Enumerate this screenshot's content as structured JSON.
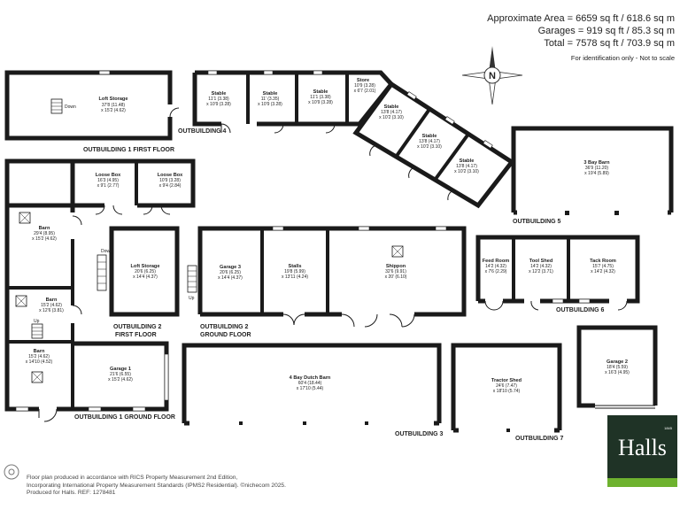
{
  "areas": {
    "approx": "Approximate Area = 6659 sq ft / 618.6 sq m",
    "garages": "Garages = 919 sq ft / 85.3 sq m",
    "total": "Total = 7578 sq ft / 703.9 sq m",
    "note": "For identification only - Not to scale"
  },
  "compass_letter": "N",
  "buildings": {
    "ob1_ff": "OUTBUILDING 1 FIRST FLOOR",
    "ob1_gf": "OUTBUILDING 1 GROUND FLOOR",
    "ob2_ff_1": "OUTBUILDING 2",
    "ob2_ff_2": "FIRST FLOOR",
    "ob2_gf_1": "OUTBUILDING 2",
    "ob2_gf_2": "GROUND FLOOR",
    "ob3": "OUTBUILDING 3",
    "ob4": "OUTBUILDING 4",
    "ob5": "OUTBUILDING 5",
    "ob6": "OUTBUILDING 6",
    "ob7": "OUTBUILDING 7"
  },
  "rooms": {
    "loft1": {
      "name": "Loft Storage",
      "dim1": "37'8 (11.48)",
      "dim2": "x 15'2 (4.62)"
    },
    "stable1": {
      "name": "Stable",
      "dim1": "11'1 (3.38)",
      "dim2": "x 10'9 (3.28)"
    },
    "stable2": {
      "name": "Stable",
      "dim1": "11' (3.35)",
      "dim2": "x 10'9 (3.28)"
    },
    "stable3": {
      "name": "Stable",
      "dim1": "11'1 (3.38)",
      "dim2": "x 10'9 (3.28)"
    },
    "store": {
      "name": "Store",
      "dim1": "10'9 (3.28)",
      "dim2": "x 6'7 (2.01)"
    },
    "stable4": {
      "name": "Stable",
      "dim1": "13'8 (4.17)",
      "dim2": "x 10'2 (3.10)"
    },
    "stable5": {
      "name": "Stable",
      "dim1": "13'8 (4.17)",
      "dim2": "x 10'2 (3.10)"
    },
    "stable6": {
      "name": "Stable",
      "dim1": "13'8 (4.17)",
      "dim2": "x 10'2 (3.10)"
    },
    "baybarn": {
      "name": "3 Bay Barn",
      "dim1": "36'9 (11.20)",
      "dim2": "x 19'4 (5.89)"
    },
    "loosebox1": {
      "name": "Loose Box",
      "dim1": "16'3 (4.95)",
      "dim2": "x 9'1 (2.77)"
    },
    "loosebox2": {
      "name": "Loose Box",
      "dim1": "10'9 (3.28)",
      "dim2": "x 9'4 (2.84)"
    },
    "barn1": {
      "name": "Barn",
      "dim1": "29'4 (8.95)",
      "dim2": "x 15'2 (4.62)"
    },
    "barn2": {
      "name": "Barn",
      "dim1": "15'2 (4.62)",
      "dim2": "x 12'6 (3.81)"
    },
    "barn3": {
      "name": "Barn",
      "dim1": "15'2 (4.62)",
      "dim2": "x 14'10 (4.52)"
    },
    "garage1": {
      "name": "Garage 1",
      "dim1": "21'6 (6.55)",
      "dim2": "x 15'2 (4.62)"
    },
    "loft2": {
      "name": "Loft Storage",
      "dim1": "20'6 (6.25)",
      "dim2": "x 14'4 (4.37)"
    },
    "garage3": {
      "name": "Garage 3",
      "dim1": "20'6 (6.25)",
      "dim2": "x 14'4 (4.37)"
    },
    "stalls": {
      "name": "Stalls",
      "dim1": "19'8 (5.99)",
      "dim2": "x 13'11 (4.24)"
    },
    "shippon": {
      "name": "Shippon",
      "dim1": "32'6 (9.91)",
      "dim2": "x 20' (6.10)"
    },
    "feedroom": {
      "name": "Feed Room",
      "dim1": "14'2 (4.32)",
      "dim2": "x 7'6 (2.29)"
    },
    "toolshed": {
      "name": "Tool Shed",
      "dim1": "14'2 (4.32)",
      "dim2": "x 12'2 (3.71)"
    },
    "tackroom": {
      "name": "Tack Room",
      "dim1": "15'7 (4.75)",
      "dim2": "x 14'2 (4.32)"
    },
    "dutchbarn": {
      "name": "4 Bay Dutch Barn",
      "dim1": "60'4 (18.44)",
      "dim2": "x 17'10 (5.44)"
    },
    "tractorshed": {
      "name": "Tractor Shed",
      "dim1": "24'6 (7.47)",
      "dim2": "x 18'10 (5.74)"
    },
    "garage2": {
      "name": "Garage 2",
      "dim1": "18'4 (5.59)",
      "dim2": "x 16'3 (4.95)"
    }
  },
  "labels": {
    "down": "Down",
    "up": "Up"
  },
  "footer": {
    "line1": "Floor plan produced in accordance with RICS Property Measurement 2nd Edition,",
    "line2": "Incorporating International Property Measurement Standards (IPMS2 Residential). ©nichecom 2025.",
    "line3": "Produced for Halls.   REF: 1278481"
  },
  "brand": {
    "name": "Halls",
    "est": "1845"
  },
  "colors": {
    "brand_dark": "#1f3326",
    "brand_green": "#6eb22f",
    "wall": "#1a1a1a"
  }
}
